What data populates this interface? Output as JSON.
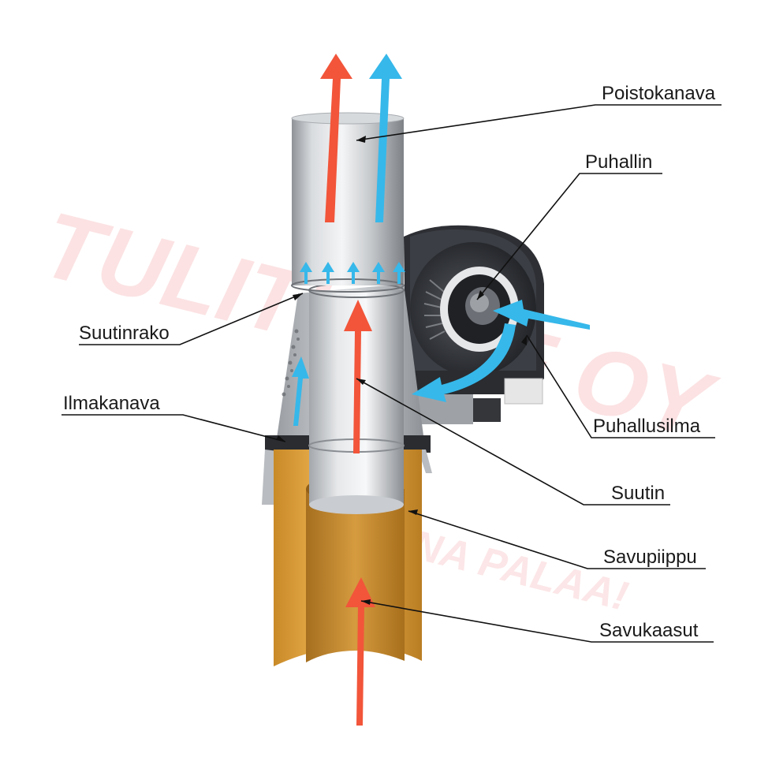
{
  "labels": {
    "poistokanava": "Poistokanava",
    "puhallin": "Puhallin",
    "suutinrako": "Suutinrako",
    "ilmakanava": "Ilmakanava",
    "puhallusilma": "Puhallusilma",
    "suutin": "Suutin",
    "savupiippu": "Savupiippu",
    "savukaasut": "Savukaasut"
  },
  "watermark": {
    "line1": "TULITUOTE OY",
    "line2": "ANNA PALAA!"
  },
  "colors": {
    "hot_flow": "#f2553a",
    "air_flow": "#36b8ea",
    "chimney": "#e0a540",
    "steel": "#c9ccd0",
    "fan": "#2b2d31",
    "watermark": "#e8191f"
  },
  "icons": {
    "flow_arrow_red": "arrow-up-red",
    "flow_arrow_blue": "arrow-up-blue"
  }
}
